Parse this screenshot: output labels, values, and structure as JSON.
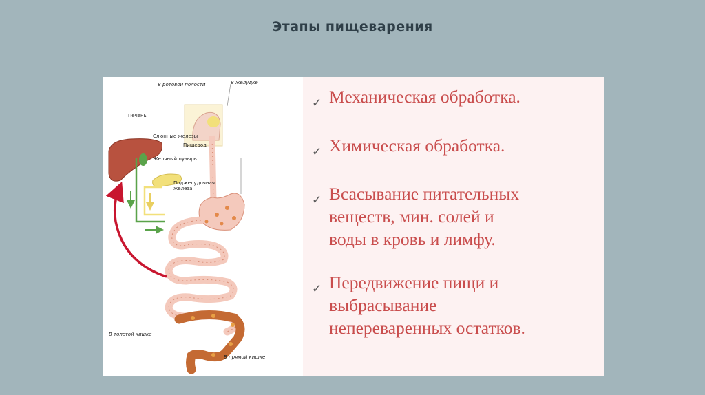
{
  "title": "Этапы пищеварения",
  "diagram": {
    "labels": {
      "mouth": "В ротовой полости",
      "stomach": "В желудке",
      "liver": "Печень",
      "salivary": "Слюнные железы",
      "esophagus": "Пищевод",
      "gallbladder": "Желчный пузырь",
      "pancreas": "Поджелудочная\nжелеза",
      "large_intestine": "В толстой кишке",
      "rectum": "В прямой кишке"
    },
    "colors": {
      "liver": "#b8523f",
      "tract": "#f4c9bc",
      "tract_outline": "#d98f78",
      "dots": "#e3894a",
      "colon": "#c46a33",
      "arrow_red": "#c8162f",
      "bile_green": "#5aa34a",
      "pancreas": "#f2e07a"
    }
  },
  "items": [
    {
      "check": "✓",
      "text": "Механическая обработка."
    },
    {
      "check": "✓",
      "text": "Химическая обработка."
    },
    {
      "check": "✓",
      "text": "Всасывание питательных\nвеществ, мин. солей и\nводы в кровь и лимфу."
    },
    {
      "check": "✓",
      "text": "Передвижение пищи и\nвыбрасывание\nнепереваренных остатков."
    }
  ]
}
